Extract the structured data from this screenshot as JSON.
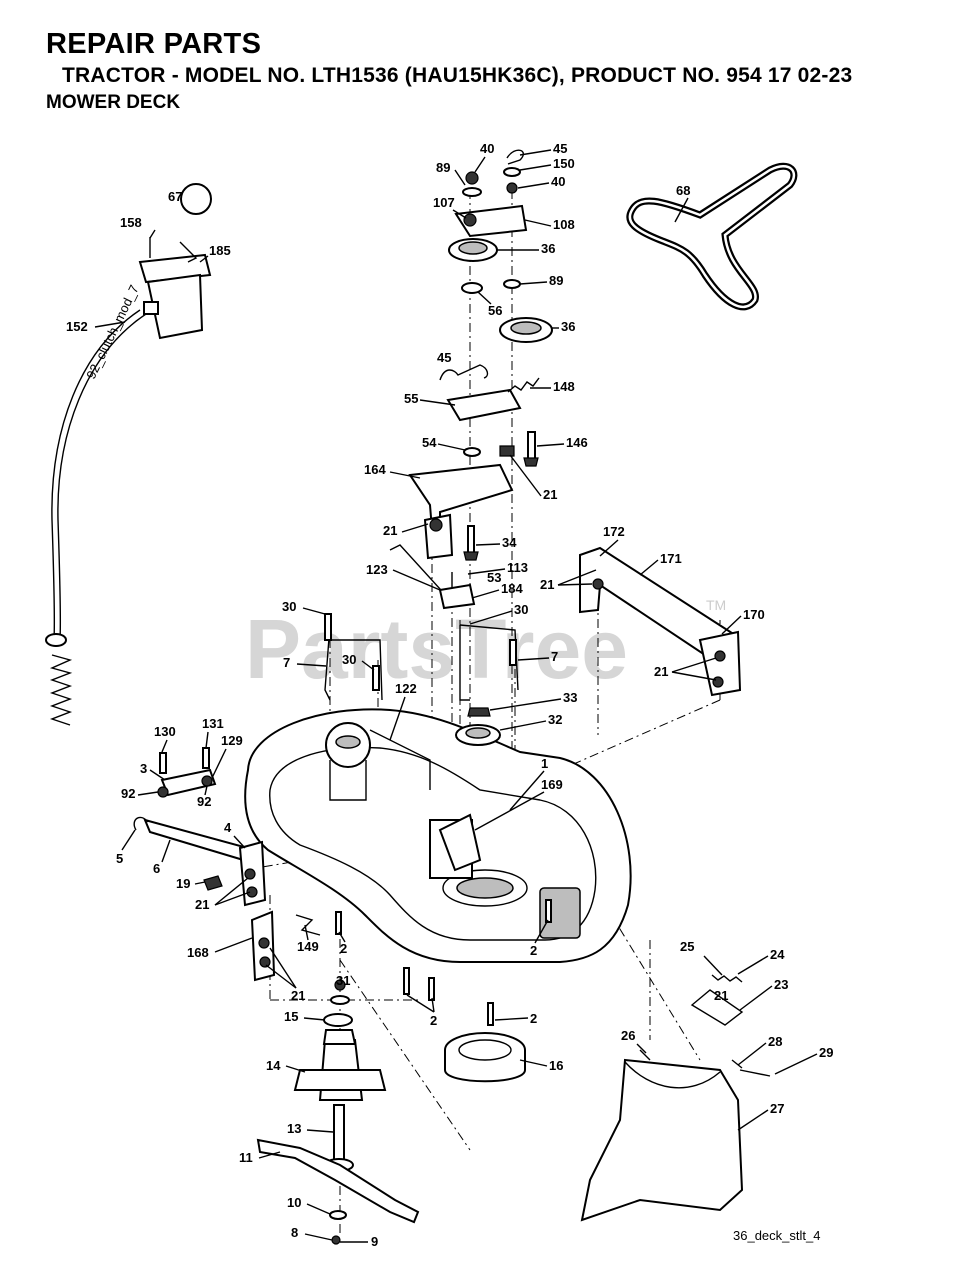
{
  "header": {
    "title": "REPAIR PARTS",
    "subtitle": "TRACTOR - MODEL NO. LTH1536 (HAU15HK36C), PRODUCT NO. 954 17 02-23",
    "section": "MOWER DECK"
  },
  "diagram": {
    "watermark": "PartsTree",
    "watermark_tm": "TM",
    "cable_marking": "92_clutch_mod_7",
    "drawing_id": "36_deck_stlt_4",
    "callouts": [
      "40",
      "45",
      "89",
      "150",
      "40",
      "107",
      "108",
      "36",
      "89",
      "56",
      "36",
      "67",
      "158",
      "185",
      "152",
      "68",
      "45",
      "148",
      "55",
      "54",
      "146",
      "164",
      "21",
      "21",
      "34",
      "172",
      "171",
      "21",
      "123",
      "113",
      "53",
      "184",
      "30",
      "30",
      "7",
      "7",
      "170",
      "21",
      "30",
      "122",
      "33",
      "32",
      "130",
      "131",
      "129",
      "3",
      "92",
      "92",
      "1",
      "169",
      "5",
      "6",
      "4",
      "19",
      "21",
      "168",
      "149",
      "2",
      "2",
      "21",
      "25",
      "24",
      "21",
      "23",
      "31",
      "15",
      "2",
      "2",
      "16",
      "26",
      "28",
      "29",
      "14",
      "27",
      "13",
      "11",
      "10",
      "8",
      "9"
    ]
  }
}
